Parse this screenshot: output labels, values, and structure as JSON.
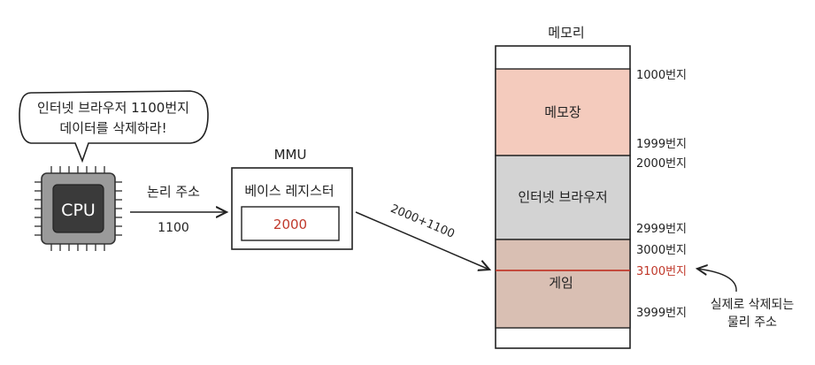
{
  "speech_bubble": {
    "line1": "인터넷 브라우저 1100번지",
    "line2": "데이터를 삭제하라!"
  },
  "cpu": {
    "label": "CPU"
  },
  "logical_address": {
    "label": "논리 주소",
    "value": "1100"
  },
  "mmu": {
    "title": "MMU",
    "register_label": "베이스 레지스터",
    "register_value": "2000"
  },
  "physical_calc": "2000+1100",
  "memory": {
    "title": "메모리",
    "segments": [
      {
        "label": "메모장",
        "color": "#f4cbbd"
      },
      {
        "label": "인터넷 브라우저",
        "color": "#d3d3d3"
      },
      {
        "label": "게임",
        "color": "#d9bfb3"
      }
    ],
    "addresses": [
      "1000번지",
      "1999번지",
      "2000번지",
      "2999번지",
      "3000번지",
      "3100번지",
      "3999번지"
    ]
  },
  "annotation": {
    "line1": "실제로 삭제되는",
    "line2": "물리 주소"
  },
  "colors": {
    "highlight": "#c0392b",
    "cpu_body": "#9a9a9a",
    "cpu_core": "#3a3a3a"
  }
}
